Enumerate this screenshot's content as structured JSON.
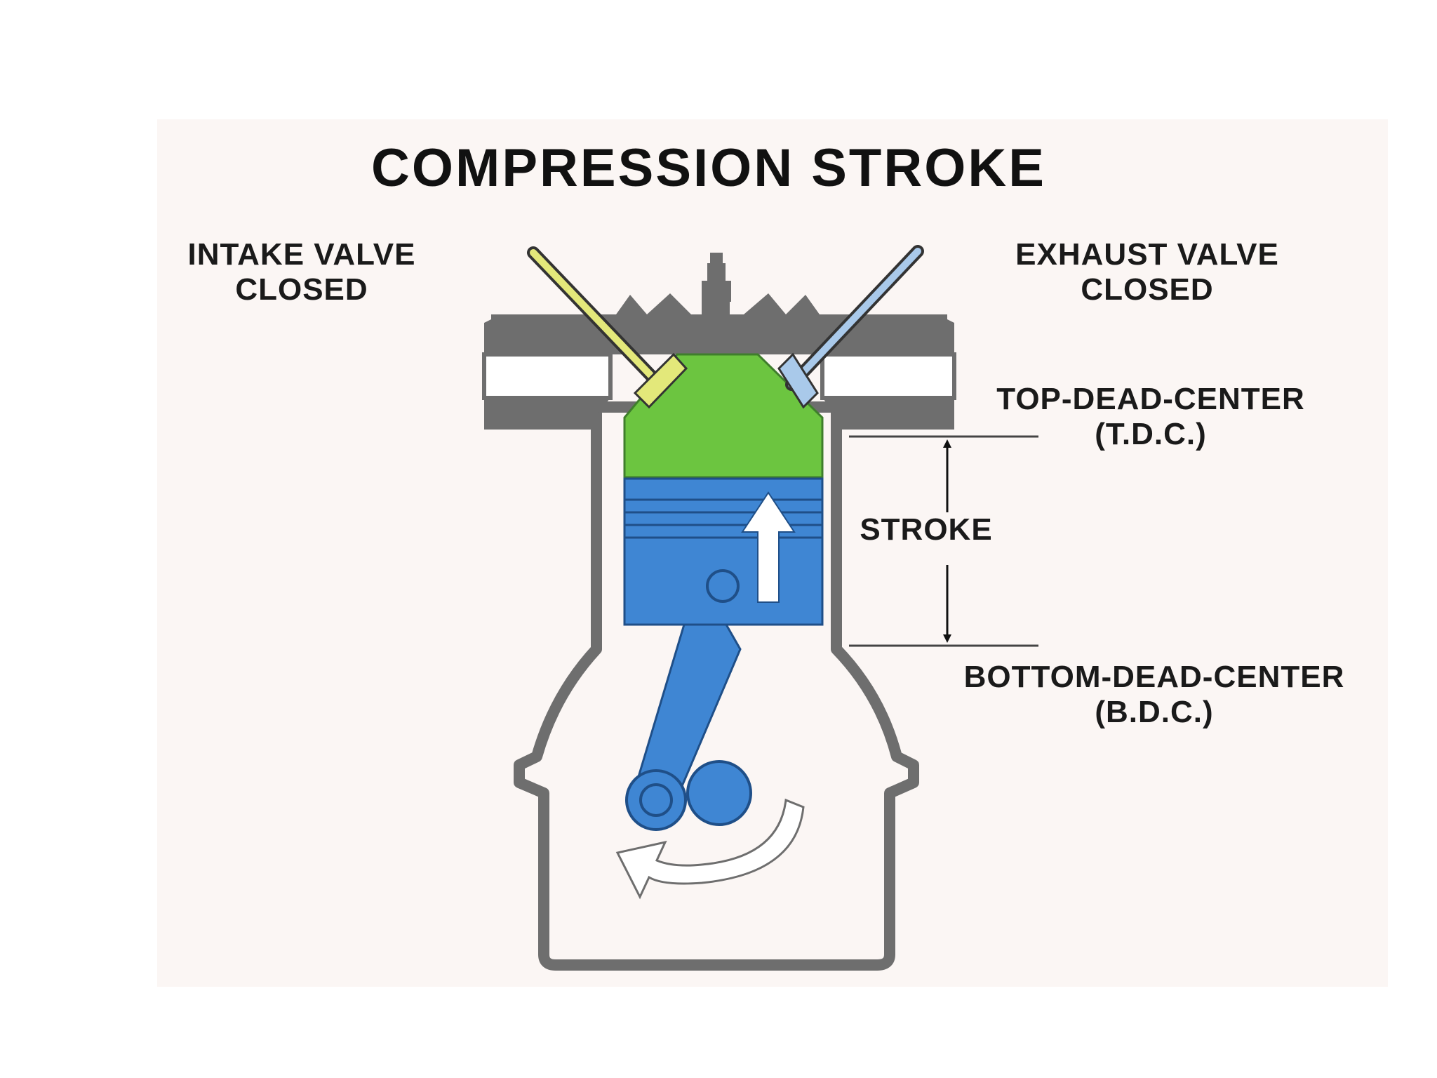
{
  "title": "COMPRESSION STROKE",
  "labels": {
    "intake_line1": "INTAKE VALVE",
    "intake_line2": "CLOSED",
    "exhaust_line1": "EXHAUST VALVE",
    "exhaust_line2": "CLOSED",
    "tdc_line1": "TOP-DEAD-CENTER",
    "tdc_line2": "(T.D.C.)",
    "stroke": "STROKE",
    "bdc_line1": "BOTTOM-DEAD-CENTER",
    "bdc_line2": "(B.D.C.)"
  },
  "colors": {
    "engine_body": "#6e6e6e",
    "combustion_mixture": "#6cc540",
    "piston": "#3f86d3",
    "intake_valve": "#e3e87a",
    "exhaust_valve": "#a9c9ea",
    "background": "#fbf6f4"
  }
}
